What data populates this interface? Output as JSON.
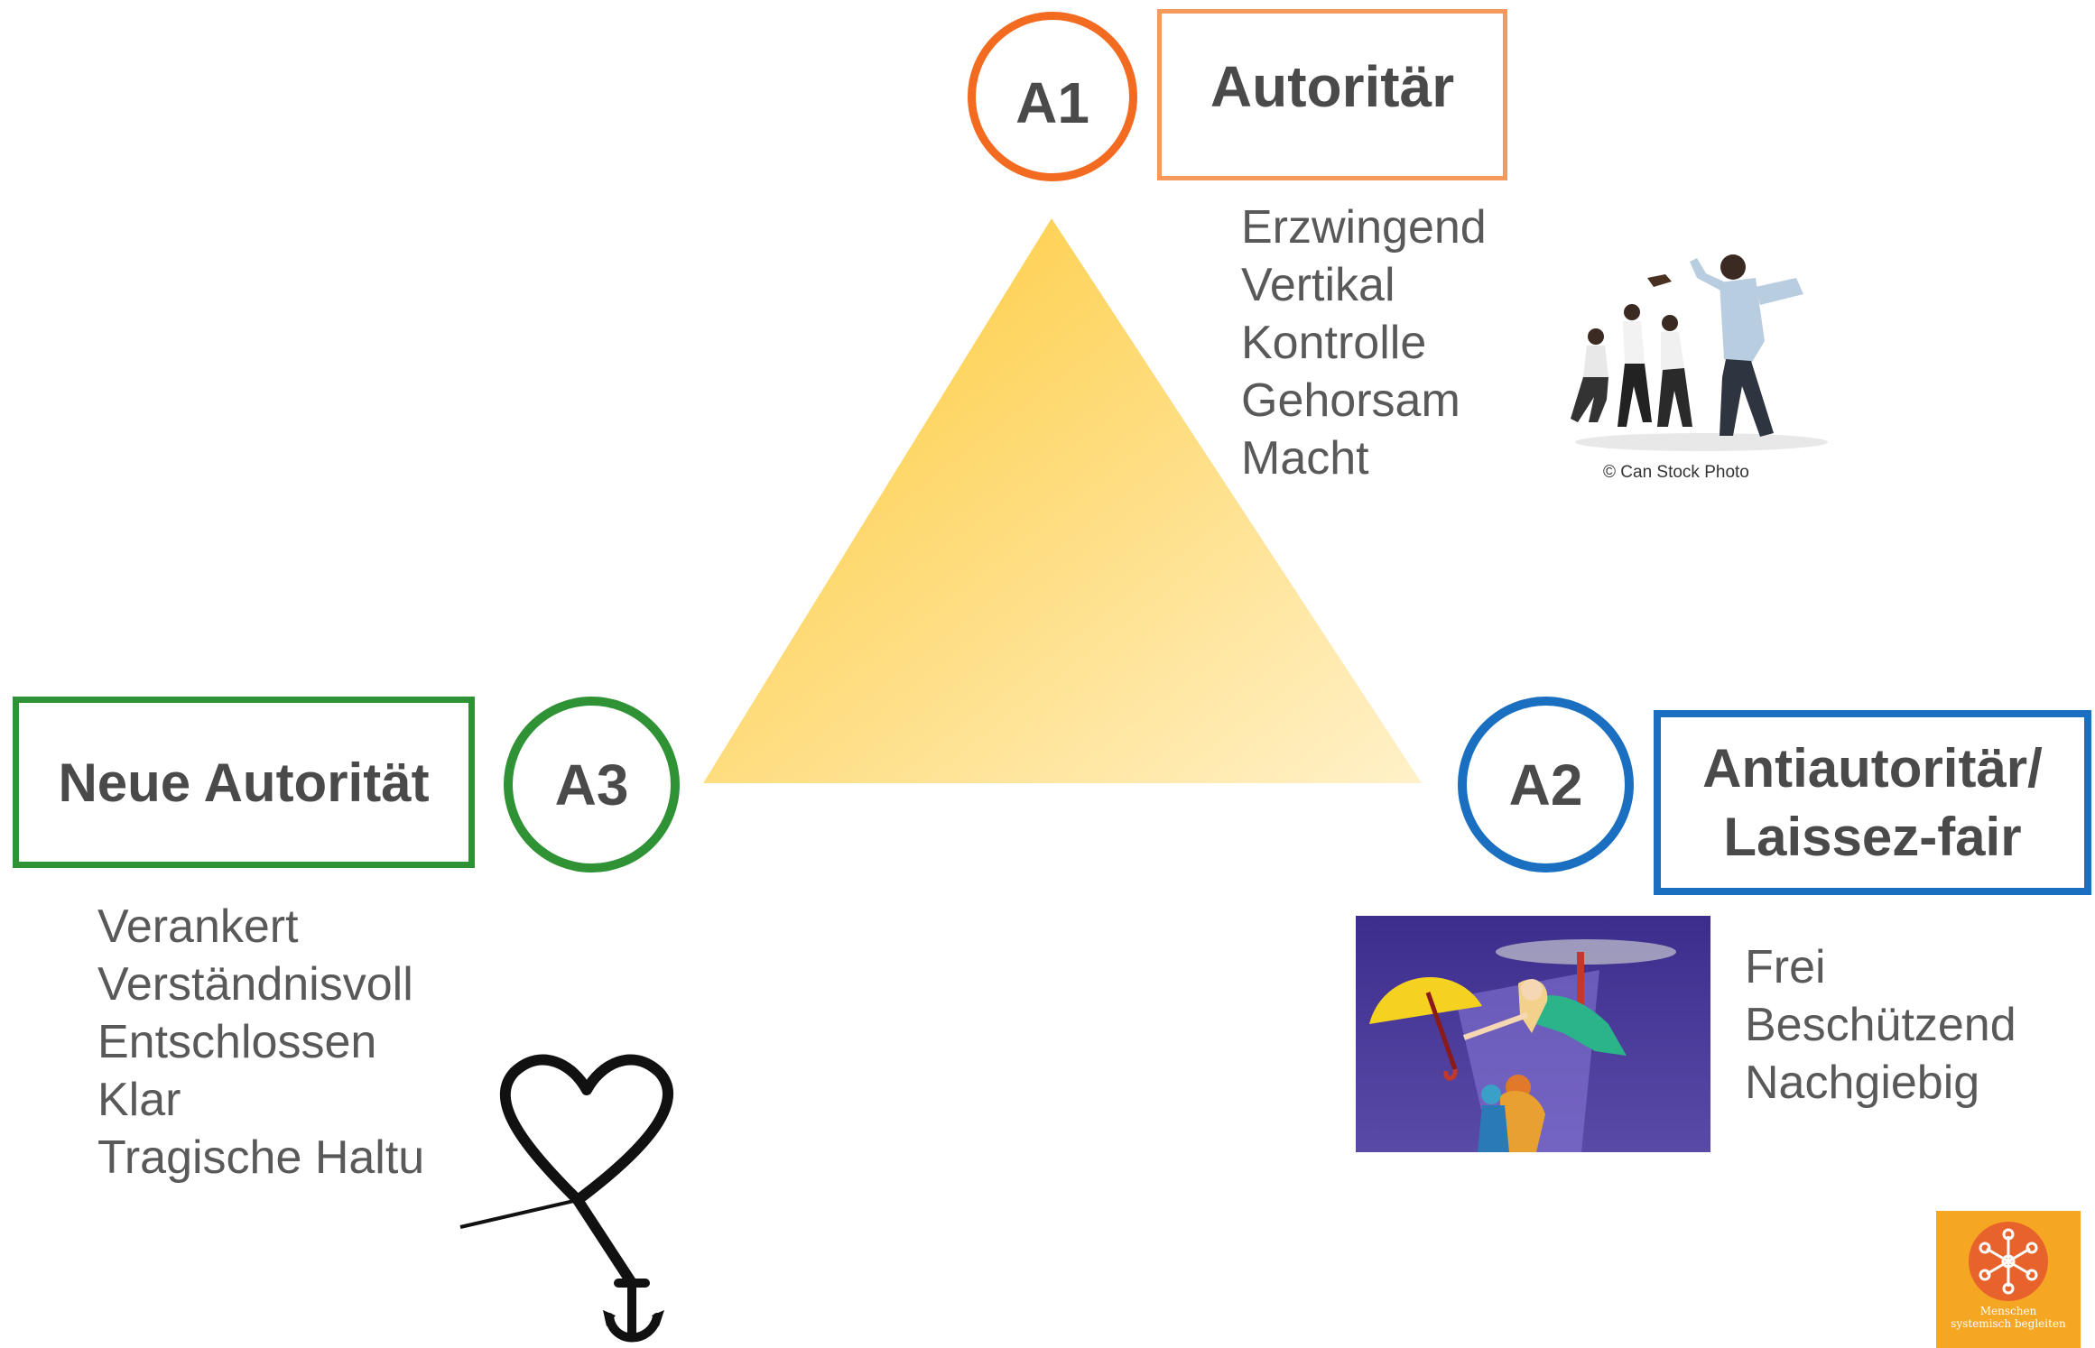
{
  "colors": {
    "a1": "#f26b21",
    "a1_box": "#f59a5a",
    "a2": "#1a6fc0",
    "a3": "#2f9234",
    "triangle_top": "#fec935",
    "triangle_bottom": "#fff1c9",
    "text": "#595959",
    "logo_bg": "#f5a623"
  },
  "a1": {
    "label": "A1",
    "title": "Autoritär",
    "items": [
      "Erzwingend",
      "Vertikal",
      "Kontrolle",
      "Gehorsam",
      "Macht"
    ],
    "photo_icon": "authoritarian-boss-photo-icon",
    "photo_credit": "© Can Stock Photo"
  },
  "a2": {
    "label": "A2",
    "title_line1": "Antiautoritär/",
    "title_line2": "Laissez-fair",
    "items": [
      "Frei",
      "Beschützend",
      "Nachgiebig"
    ],
    "photo_icon": "helicopter-parent-illustration-icon"
  },
  "a3": {
    "label": "A3",
    "title": "Neue Autorität",
    "items": [
      "Verankert",
      "Verständnisvoll",
      "Entschlossen",
      "Klar",
      "Tragische Haltu"
    ],
    "graphic_icon": "heart-anchor-icon"
  },
  "logo": {
    "icon": "network-node-logo-icon",
    "line1": "Menschen",
    "line2": "systemisch begleiten"
  }
}
